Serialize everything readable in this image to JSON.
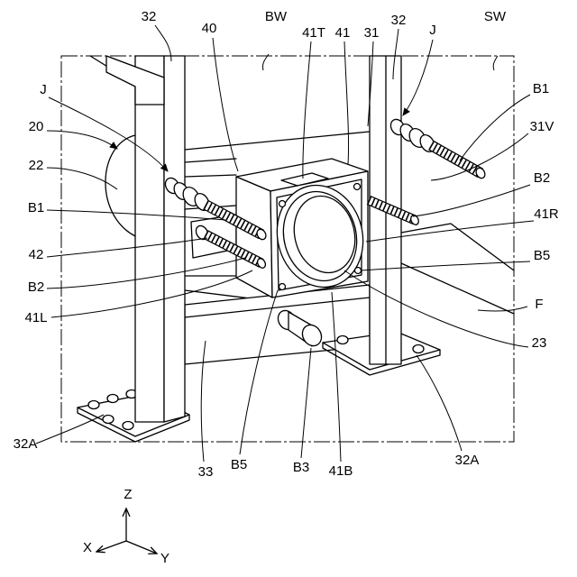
{
  "figure": {
    "labels": {
      "pillar_left": "32",
      "frame_40": "40",
      "back_wall": "BW",
      "top_face_41t": "41T",
      "box_41": "41",
      "pipe_31": "31",
      "pillar_right": "32",
      "j_right": "J",
      "side_wall": "SW",
      "j_left": "J",
      "b1_right": "B1",
      "part_20": "20",
      "part_31v": "31V",
      "part_22": "22",
      "b2_right": "B2",
      "b1_left": "B1",
      "face_41r": "41R",
      "part_42": "42",
      "b5_right": "B5",
      "b2_left": "B2",
      "floor_f": "F",
      "face_41l": "41L",
      "part_23": "23",
      "base_left_32a": "32A",
      "beam_33": "33",
      "b5_bottom": "B5",
      "bolt_b3": "B3",
      "face_41b": "41B",
      "base_right_32a": "32A"
    },
    "axes": {
      "z": "Z",
      "x": "X",
      "y": "Y"
    }
  },
  "colors": {
    "ink": "#000000",
    "paper": "#ffffff"
  }
}
